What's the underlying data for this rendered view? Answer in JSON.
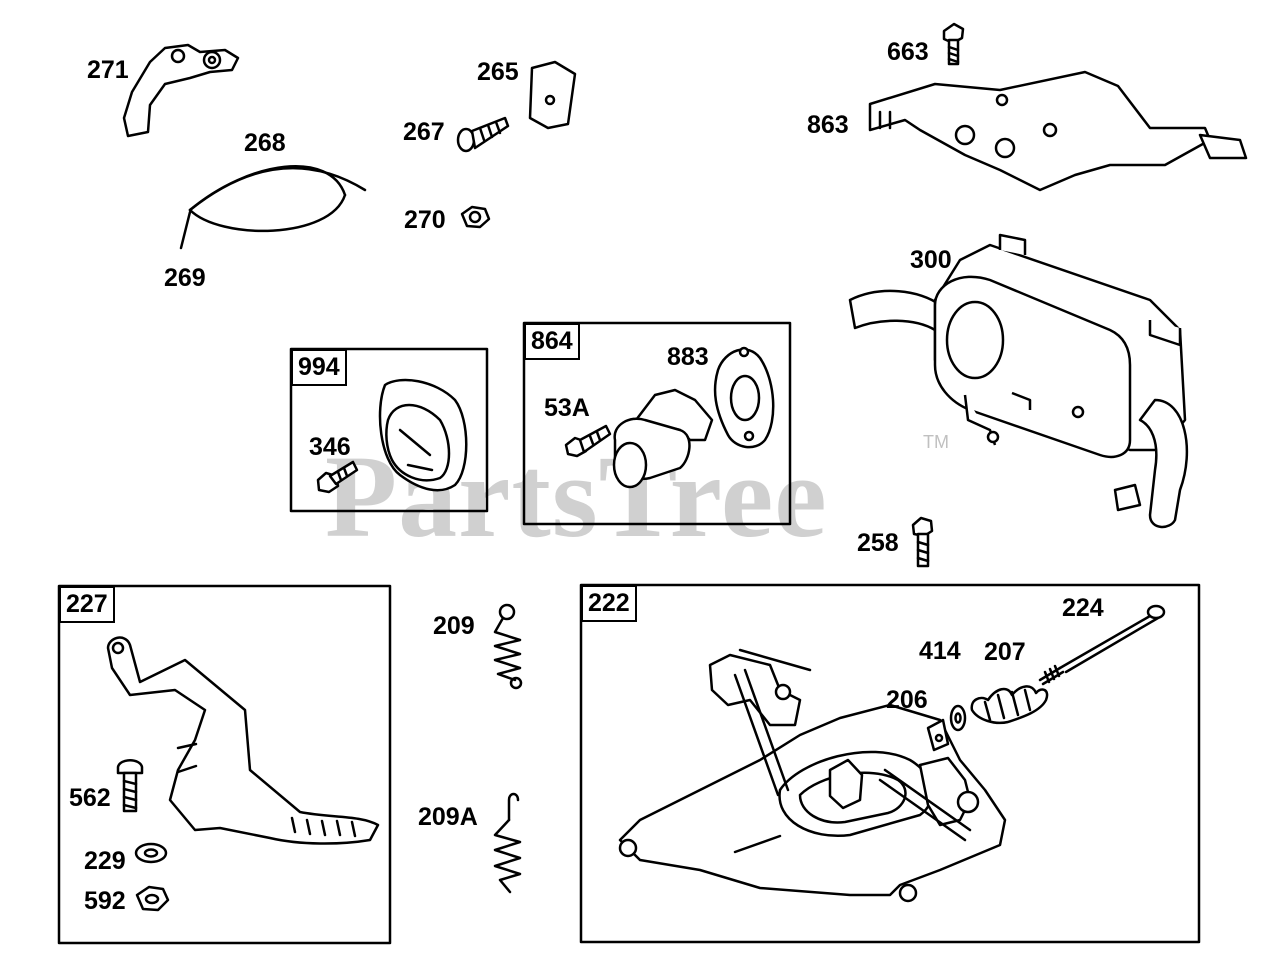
{
  "watermark": {
    "text": "PartsTree",
    "trademark": "TM"
  },
  "boxes": {
    "b994": "994",
    "b864": "864",
    "b227": "227",
    "b222": "222"
  },
  "labels": {
    "p271": "271",
    "p268": "268",
    "p269": "269",
    "p265": "265",
    "p267": "267",
    "p270": "270",
    "p663": "663",
    "p863": "863",
    "p300": "300",
    "p346": "346",
    "p53a": "53A",
    "p883": "883",
    "p258": "258",
    "p209": "209",
    "p209a": "209A",
    "p562": "562",
    "p229": "229",
    "p592": "592",
    "p224": "224",
    "p414": "414",
    "p207": "207",
    "p206": "206"
  }
}
